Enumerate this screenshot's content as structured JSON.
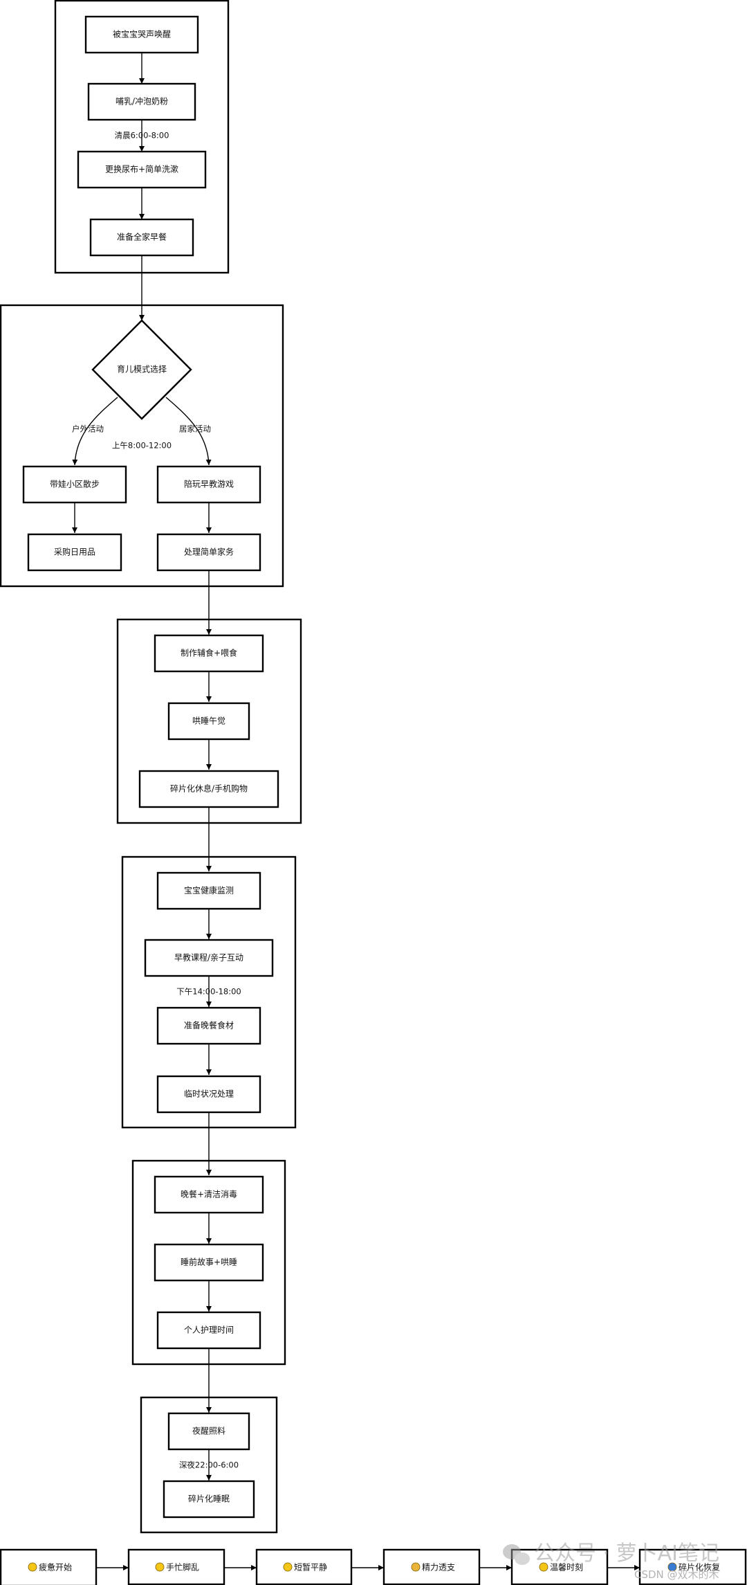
{
  "flow": {
    "morning": {
      "wake": "被宝宝哭声唤醒",
      "feed": "哺乳/冲泡奶粉",
      "label": "清晨6:00-8:00",
      "diaper": "更换尿布+简单洗漱",
      "breakfast": "准备全家早餐"
    },
    "forenoon": {
      "decision": "育儿模式选择",
      "outdoor_label": "户外活动",
      "indoor_label": "居家活动",
      "label": "上午8:00-12:00",
      "walk": "带娃小区散步",
      "shopping": "采购日用品",
      "play": "陪玩早教游戏",
      "chores": "处理简单家务"
    },
    "noon": {
      "meal": "制作辅食+喂食",
      "nap": "哄睡午觉",
      "rest": "碎片化休息/手机购物"
    },
    "afternoon": {
      "health": "宝宝健康监测",
      "course": "早教课程/亲子互动",
      "label": "下午14:00-18:00",
      "dinner_prep": "准备晚餐食材",
      "emergency": "临时状况处理"
    },
    "evening": {
      "dinner": "晚餐+清洁消毒",
      "story": "睡前故事+哄睡",
      "selfcare": "个人护理时间"
    },
    "night": {
      "night_care": "夜醒照料",
      "label": "深夜22:00-6:00",
      "sleep": "碎片化睡眠"
    }
  },
  "emotion_track": [
    {
      "label": "疲惫开始",
      "icon": "tired-face-icon",
      "color": "#f5c518"
    },
    {
      "label": "手忙脚乱",
      "icon": "confused-face-icon",
      "color": "#f5c518"
    },
    {
      "label": "短暂平静",
      "icon": "relieved-face-icon",
      "color": "#f5c518"
    },
    {
      "label": "精力透支",
      "icon": "exhausted-face-icon",
      "color": "#e8b53a"
    },
    {
      "label": "温馨时刻",
      "icon": "smiling-face-icon",
      "color": "#f5c518"
    },
    {
      "label": "碎片化恢复",
      "icon": "cat-icon",
      "color": "#3a7bd5"
    }
  ],
  "watermark": {
    "brand": "公众号 · 萝卜AI笔记",
    "source": "CSDN @双木的木"
  }
}
